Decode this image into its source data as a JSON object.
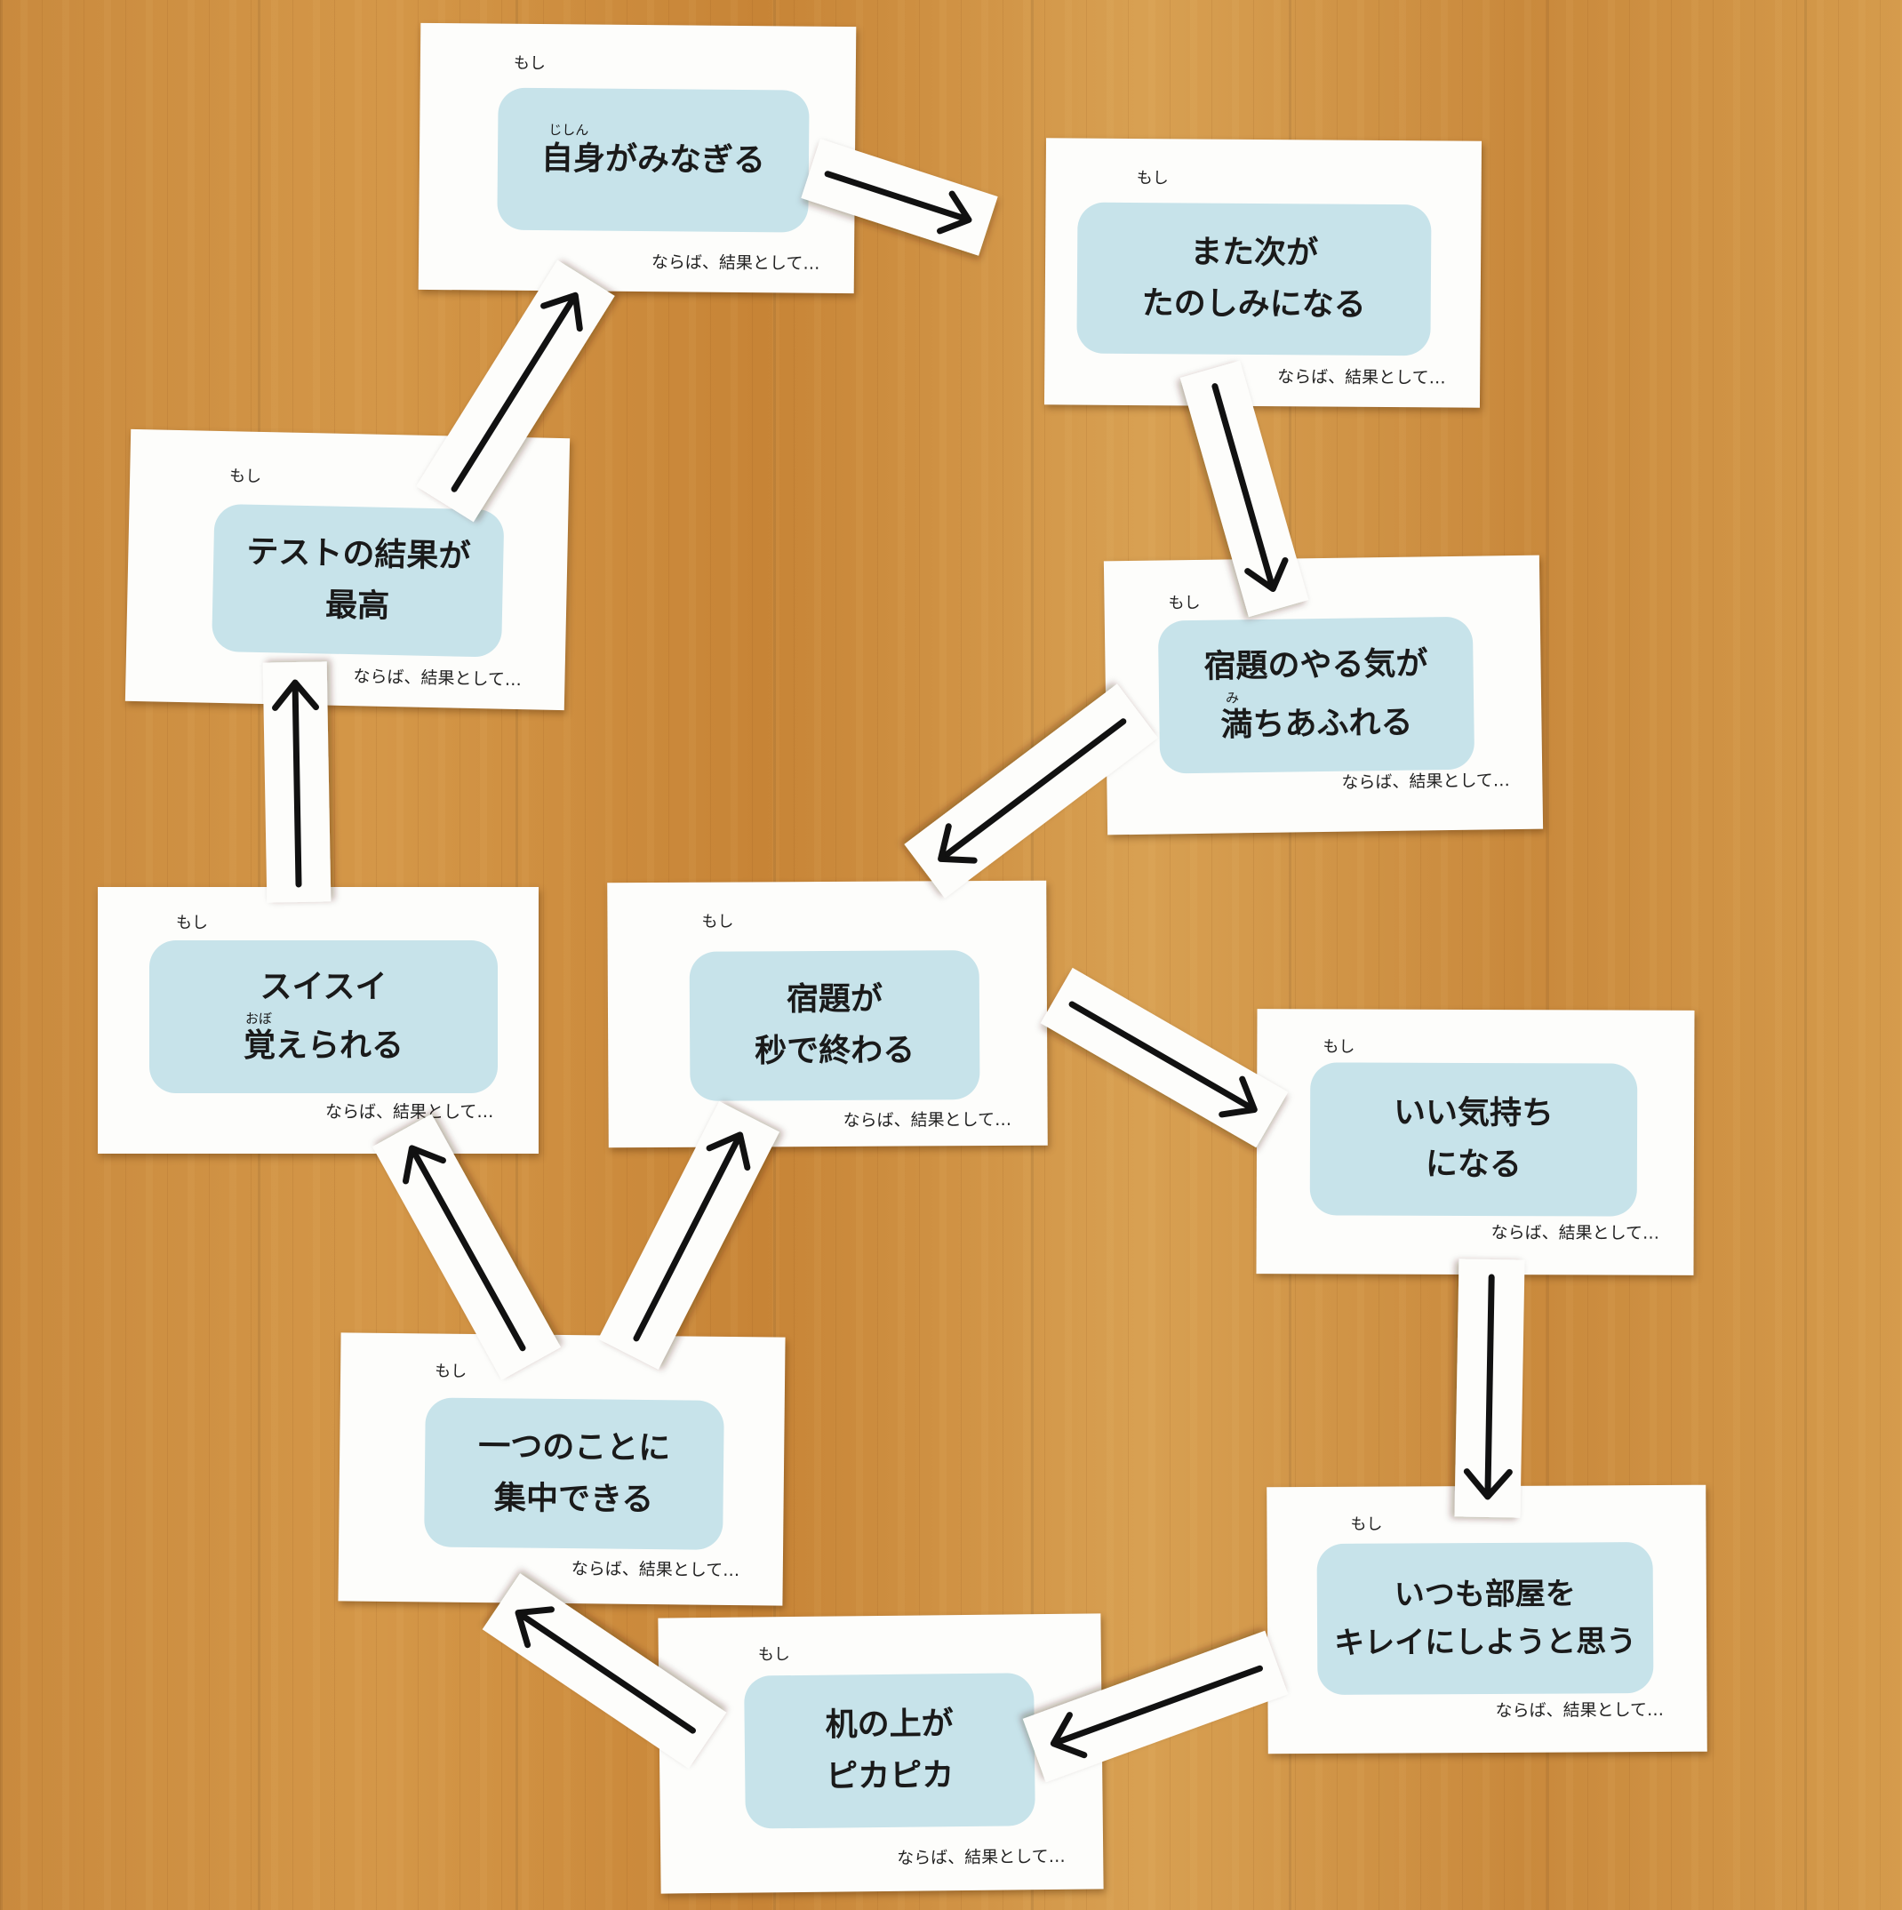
{
  "card_common": {
    "prefix": "もし",
    "footer": "ならば、結果として…"
  },
  "cards": [
    {
      "line1": "自身がみなぎる",
      "line2": "",
      "ruby1": "じしん",
      "ruby2": ""
    },
    {
      "line1": "また次が",
      "line2": "たのしみになる",
      "ruby1": "",
      "ruby2": ""
    },
    {
      "line1": "宿題のやる気が",
      "line2": "満ちあふれる",
      "ruby1": "",
      "ruby2": "み"
    },
    {
      "line1": "いい気持ち",
      "line2": "になる",
      "ruby1": "",
      "ruby2": ""
    },
    {
      "line1": "いつも部屋を",
      "line2": "キレイにしようと思う",
      "ruby1": "",
      "ruby2": ""
    },
    {
      "line1": "机の上が",
      "line2": "ピカピカ",
      "ruby1": "",
      "ruby2": ""
    },
    {
      "line1": "一つのことに",
      "line2": "集中できる",
      "ruby1": "",
      "ruby2": ""
    },
    {
      "line1": "宿題が",
      "line2": "秒で終わる",
      "ruby1": "",
      "ruby2": ""
    },
    {
      "line1": "スイスイ",
      "line2": "覚えられる",
      "ruby1": "",
      "ruby2": "おぼ"
    },
    {
      "line1": "テストの結果が",
      "line2": "最高",
      "ruby1": "",
      "ruby2": ""
    }
  ],
  "colors": {
    "panel": "#c7e3ea",
    "card": "#fdfdfb",
    "arrow": "#111111"
  }
}
